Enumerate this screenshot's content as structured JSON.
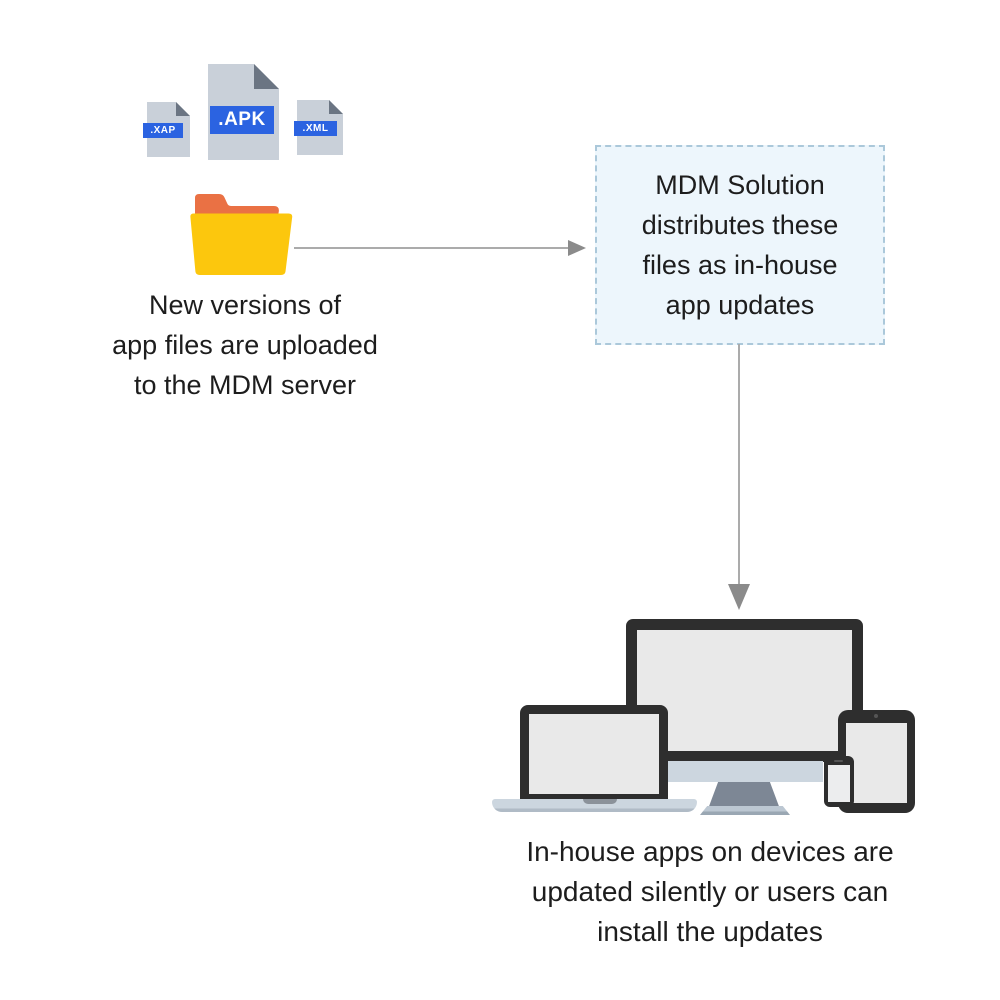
{
  "colors": {
    "file-body": "#c9d0d9",
    "file-fold": "#6b7583",
    "file-label-bg": "#2b63e1",
    "file-label-text": "#ffffff",
    "folder-front": "#fcc70d",
    "folder-back": "#ea7144",
    "arrow-line": "#ababab",
    "arrow-head": "#8b8b8b",
    "box-bg": "#edf6fc",
    "box-border": "#abc8da",
    "ink": "#1d1d1d",
    "device-frame": "#2e2e2e",
    "device-screen": "#e9e9e9",
    "device-silver": "#ccd6df",
    "stand": "#7d8795",
    "base": "#bcc7d2"
  },
  "files": {
    "xap": ".XAP",
    "apk": ".APK",
    "xml": ".XML"
  },
  "captions": {
    "upload": {
      "lines": [
        "New versions of",
        "app files are uploaded",
        "to the MDM server"
      ]
    },
    "devices": {
      "lines": [
        "In-house apps on devices are",
        "updated silently or users can",
        "install the updates"
      ]
    }
  },
  "box": {
    "lines": [
      "MDM Solution",
      "distributes these",
      "files as in-house",
      "app updates"
    ]
  }
}
